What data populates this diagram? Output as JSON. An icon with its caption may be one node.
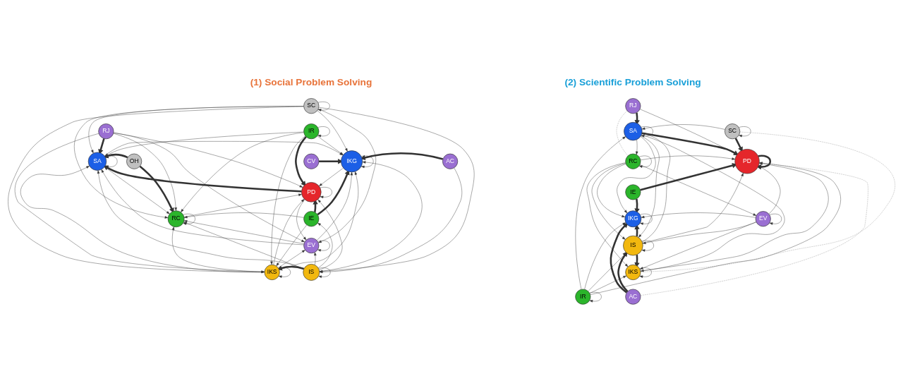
{
  "diagram": {
    "nodes": [
      {
        "text": [
          "SC"
        ]
      },
      {
        "text": [
          "IR"
        ]
      },
      {
        "text": [
          "RJ"
        ]
      },
      {
        "text": [
          "CV"
        ]
      },
      {
        "text": [
          "IKG"
        ]
      },
      {
        "text": [
          "SA"
        ]
      },
      {
        "text": [
          "OH"
        ]
      },
      {
        "text": [
          "AC"
        ]
      },
      {
        "text": [
          "PD"
        ]
      },
      {
        "text": [
          "IE"
        ]
      },
      {
        "text": [
          "RC"
        ]
      },
      {
        "text": [
          "EV"
        ]
      },
      {
        "text": [
          "IS"
        ]
      },
      {
        "text": [
          "IKS"
        ]
      },
      {
        "text": [
          "RJ"
        ]
      },
      {
        "text": [
          "SA"
        ]
      },
      {
        "text": [
          "SC"
        ]
      },
      {
        "text": [
          "RC"
        ]
      },
      {
        "text": [
          "PD"
        ]
      },
      {
        "text": [
          "IE"
        ]
      },
      {
        "text": [
          "IKG"
        ]
      },
      {
        "text": [
          "EV"
        ]
      },
      {
        "text": [
          "IS"
        ]
      },
      {
        "text": [
          "AC"
        ]
      },
      {
        "text": [
          "IKS"
        ]
      },
      {
        "text": [
          "IR"
        ]
      }
    ],
    "edges": [
      {
        "from": 3,
        "to": 4,
        "arrow": "to",
        "style": "thick"
      },
      {
        "from": 7,
        "to": 4,
        "arrow": "to",
        "style": "thick"
      },
      {
        "from": 7,
        "to": 12,
        "arrow": "to"
      },
      {
        "from": 1,
        "to": 8,
        "arrow": "to",
        "style": "thick"
      },
      {
        "from": 1,
        "to": 4,
        "arrow": "to"
      },
      {
        "from": 1,
        "to": 5,
        "arrow": "to"
      },
      {
        "from": 1,
        "to": 10,
        "arrow": "to"
      },
      {
        "from": 1,
        "to": 13,
        "arrow": "to"
      },
      {
        "from": 0,
        "to": 4,
        "arrow": "to"
      },
      {
        "from": 0,
        "to": 5,
        "arrow": "to"
      },
      {
        "from": 0,
        "to": 10,
        "arrow": "to"
      },
      {
        "from": 0,
        "to": 11,
        "arrow": "to"
      },
      {
        "from": 0,
        "to": 12,
        "arrow": "to"
      },
      {
        "from": 0,
        "to": 13,
        "arrow": "to"
      },
      {
        "from": 2,
        "to": 5,
        "arrow": "to",
        "style": "thick"
      },
      {
        "from": 2,
        "to": 8,
        "arrow": "to"
      },
      {
        "from": 2,
        "to": 10,
        "arrow": "to"
      },
      {
        "from": 2,
        "to": 11,
        "arrow": "to"
      },
      {
        "from": 2,
        "to": 13,
        "arrow": "to"
      },
      {
        "from": 6,
        "to": 5,
        "arrow": "to",
        "style": "thick"
      },
      {
        "from": 6,
        "to": 10,
        "arrow": "to",
        "style": "thick"
      },
      {
        "from": 5,
        "to": 4,
        "arrow": "to"
      },
      {
        "from": 8,
        "to": 5,
        "arrow": "to",
        "style": "thick"
      },
      {
        "from": 5,
        "to": 10,
        "arrow": "to"
      },
      {
        "from": 4,
        "to": 8,
        "arrow": "to"
      },
      {
        "from": 10,
        "to": 8,
        "arrow": "to"
      },
      {
        "from": 9,
        "to": 8,
        "arrow": "to",
        "style": "thick"
      },
      {
        "from": 9,
        "to": 4,
        "arrow": "to",
        "style": "thick"
      },
      {
        "from": 9,
        "to": 10,
        "arrow": "to"
      },
      {
        "from": 9,
        "to": 13,
        "arrow": "to"
      },
      {
        "from": 12,
        "to": 4,
        "arrow": "to"
      },
      {
        "from": 12,
        "to": 8,
        "arrow": "to"
      },
      {
        "from": 12,
        "to": 9,
        "arrow": "to"
      },
      {
        "from": 12,
        "to": 5,
        "arrow": "to"
      },
      {
        "from": 12,
        "to": 10,
        "arrow": "to"
      },
      {
        "from": 12,
        "to": 11,
        "arrow": "to"
      },
      {
        "from": 12,
        "to": 13,
        "arrow": "to",
        "style": "thick"
      },
      {
        "from": 13,
        "to": 8,
        "arrow": "to"
      },
      {
        "from": 13,
        "to": 5,
        "arrow": "to"
      },
      {
        "from": 13,
        "to": 4,
        "arrow": "to"
      },
      {
        "from": 13,
        "to": 10,
        "arrow": "to"
      },
      {
        "from": 13,
        "to": 11,
        "arrow": "to"
      },
      {
        "from": 11,
        "to": 5,
        "arrow": "to"
      },
      {
        "from": 11,
        "to": 4,
        "arrow": "to"
      },
      {
        "from": 8,
        "to": 11,
        "arrow": "to"
      },
      {
        "from": 11,
        "to": 10,
        "arrow": "to"
      },
      {
        "from": 0,
        "to": 0,
        "arrow": "to"
      },
      {
        "from": 1,
        "to": 1,
        "arrow": "to"
      },
      {
        "from": 4,
        "to": 4,
        "arrow": "to"
      },
      {
        "from": 5,
        "to": 5,
        "arrow": "to"
      },
      {
        "from": 8,
        "to": 8,
        "arrow": "to"
      },
      {
        "from": 10,
        "to": 10,
        "arrow": "to"
      },
      {
        "from": 11,
        "to": 11,
        "arrow": "to"
      },
      {
        "from": 12,
        "to": 12,
        "arrow": "to"
      },
      {
        "from": 13,
        "to": 13,
        "arrow": "to"
      },
      {
        "from": 14,
        "to": 15,
        "arrow": "to",
        "style": "thick"
      },
      {
        "from": 14,
        "to": 18,
        "arrow": "to"
      },
      {
        "from": 14,
        "to": 17,
        "arrow": "none",
        "style": "dashed",
        "color": "#999999"
      },
      {
        "from": 15,
        "to": 18,
        "arrow": "to",
        "style": "thick"
      },
      {
        "from": 16,
        "to": 15,
        "arrow": "to"
      },
      {
        "from": 16,
        "to": 18,
        "arrow": "to",
        "style": "thick"
      },
      {
        "from": 16,
        "to": 24,
        "arrow": "none",
        "style": "dashed",
        "color": "#999999"
      },
      {
        "from": 15,
        "to": 17,
        "arrow": "to"
      },
      {
        "from": 15,
        "to": 20,
        "arrow": "to"
      },
      {
        "from": 15,
        "to": 22,
        "arrow": "to"
      },
      {
        "from": 15,
        "to": 24,
        "arrow": "to"
      },
      {
        "from": 17,
        "to": 18,
        "arrow": "to"
      },
      {
        "from": 17,
        "to": 20,
        "arrow": "to"
      },
      {
        "from": 17,
        "to": 22,
        "arrow": "to"
      },
      {
        "from": 17,
        "to": 24,
        "arrow": "to"
      },
      {
        "from": 17,
        "to": 21,
        "arrow": "to"
      },
      {
        "from": 19,
        "to": 18,
        "arrow": "to",
        "style": "thick"
      },
      {
        "from": 19,
        "to": 20,
        "arrow": "to",
        "style": "thick"
      },
      {
        "from": 22,
        "to": 20,
        "arrow": "to",
        "style": "thick"
      },
      {
        "from": 22,
        "to": 18,
        "arrow": "to"
      },
      {
        "from": 22,
        "to": 24,
        "arrow": "to",
        "style": "thick"
      },
      {
        "from": 22,
        "to": 15,
        "arrow": "to"
      },
      {
        "from": 23,
        "to": 20,
        "arrow": "to",
        "style": "thick"
      },
      {
        "from": 23,
        "to": 22,
        "arrow": "to",
        "style": "thick"
      },
      {
        "from": 23,
        "to": 18,
        "arrow": "none",
        "style": "dashed",
        "color": "#999999"
      },
      {
        "from": 25,
        "to": 20,
        "arrow": "to"
      },
      {
        "from": 25,
        "to": 22,
        "arrow": "to"
      },
      {
        "from": 25,
        "to": 24,
        "arrow": "to"
      },
      {
        "from": 25,
        "to": 18,
        "arrow": "to"
      },
      {
        "from": 25,
        "to": 15,
        "arrow": "to"
      },
      {
        "from": 21,
        "to": 18,
        "arrow": "to"
      },
      {
        "from": 21,
        "to": 24,
        "arrow": "to"
      },
      {
        "from": 21,
        "to": 20,
        "arrow": "to"
      },
      {
        "from": 21,
        "to": 22,
        "arrow": "to"
      },
      {
        "from": 24,
        "to": 18,
        "arrow": "to"
      },
      {
        "from": 15,
        "to": 15,
        "arrow": "to"
      },
      {
        "from": 16,
        "to": 16,
        "arrow": "to"
      },
      {
        "from": 17,
        "to": 17,
        "arrow": "to"
      },
      {
        "from": 18,
        "to": 18,
        "arrow": "to",
        "style": "thick"
      },
      {
        "from": 20,
        "to": 20,
        "arrow": "to"
      },
      {
        "from": 21,
        "to": 21,
        "arrow": "to"
      },
      {
        "from": 22,
        "to": 22,
        "arrow": "to"
      },
      {
        "from": 24,
        "to": 24,
        "arrow": "to"
      },
      {
        "from": 25,
        "to": 25,
        "arrow": "to"
      }
    ],
    "labels": [
      "(1) Social Problem Solving",
      "(2) Scientific Problem Solving"
    ]
  }
}
